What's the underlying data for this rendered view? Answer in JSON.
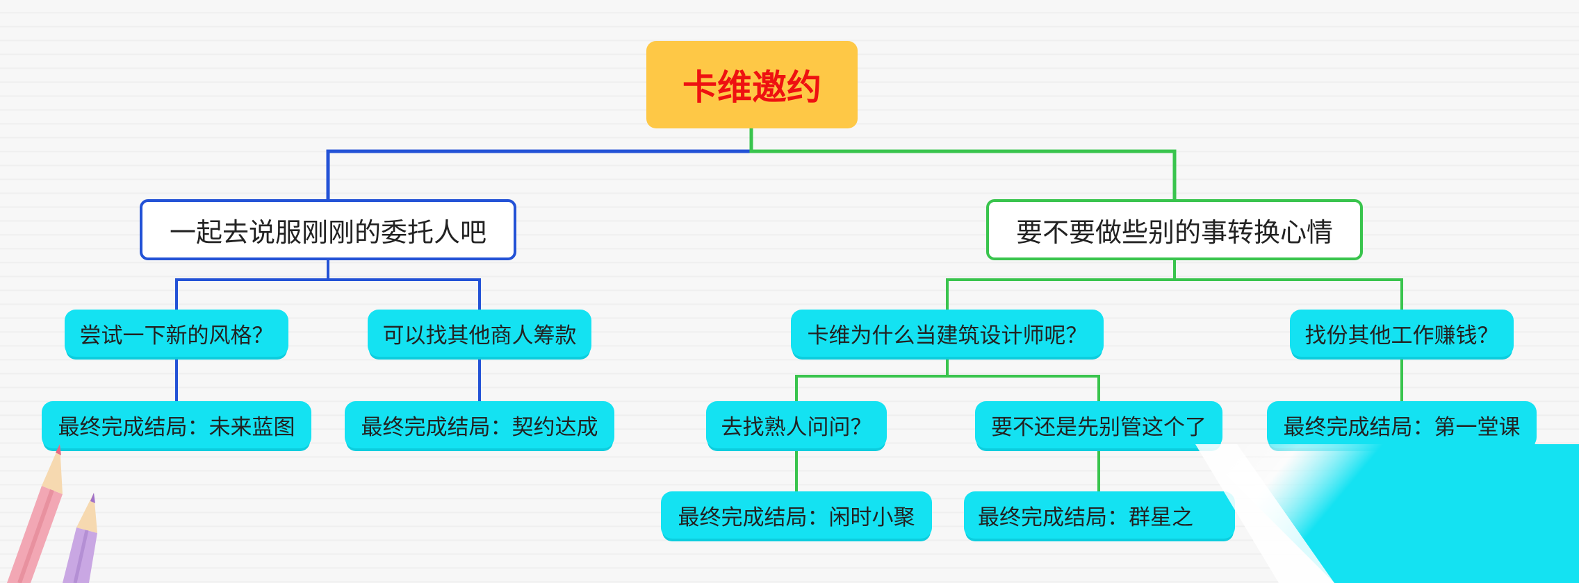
{
  "root": {
    "label": "卡维邀约"
  },
  "branches": {
    "left": {
      "label": "一起去说服刚刚的委托人吧",
      "children": [
        {
          "label": "尝试一下新的风格？",
          "ending": "最终完成结局：未来蓝图"
        },
        {
          "label": "可以找其他商人筹款",
          "ending": "最终完成结局：契约达成"
        }
      ]
    },
    "right": {
      "label": "要不要做些别的事转换心情",
      "children": [
        {
          "label": "卡维为什么当建筑设计师呢？",
          "children": [
            {
              "label": "去找熟人问问？",
              "ending": "最终完成结局：闲时小聚"
            },
            {
              "label": "要不还是先别管这个了",
              "ending": "最终完成结局：群星之"
            }
          ]
        },
        {
          "label": "找份其他工作赚钱？",
          "ending": "最终完成结局：第一堂课"
        }
      ]
    }
  },
  "colors": {
    "root_fill": "#fec846",
    "root_text": "#ee1111",
    "left_branch": "#2352d6",
    "right_branch": "#39c44d",
    "leaf_fill": "#14e2f2"
  }
}
